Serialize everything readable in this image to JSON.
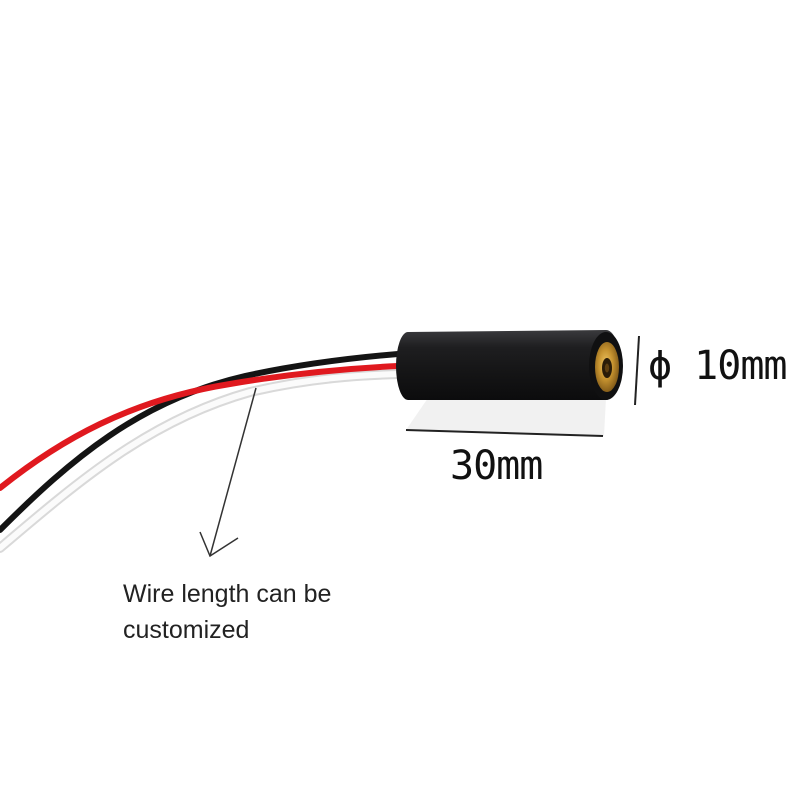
{
  "labels": {
    "diameter": "ϕ 10mm",
    "length": "30mm",
    "wire_note_line1": "Wire length can be",
    "wire_note_line2": "customized"
  },
  "colors": {
    "background": "#ffffff",
    "module_body": "#1c1c1e",
    "brass_lens": "#b8862e",
    "wire_red": "#e0191f",
    "wire_black": "#141414",
    "wire_white": "#f2f2f2"
  }
}
